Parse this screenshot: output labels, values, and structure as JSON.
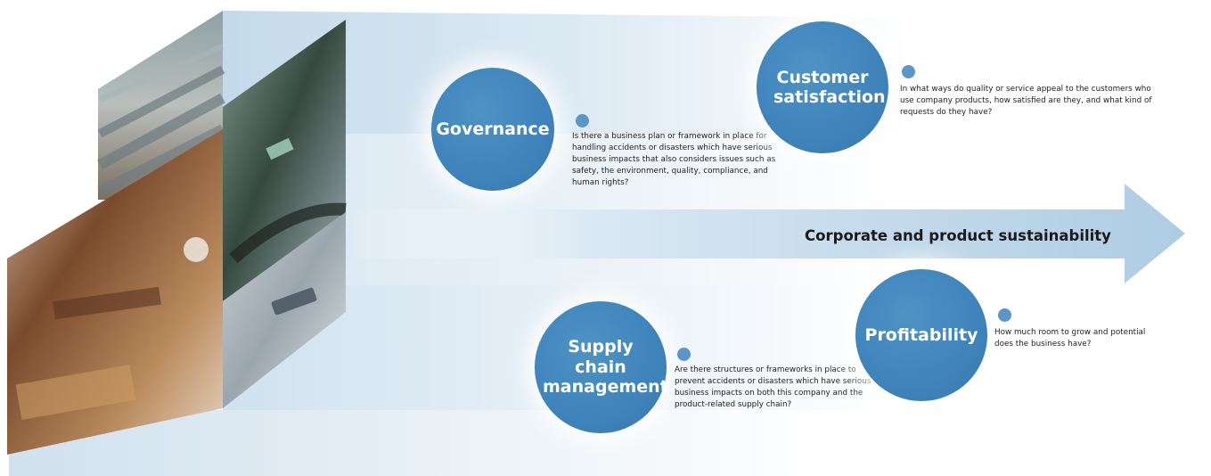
{
  "arrow_label": "Corporate and product sustainability",
  "colors": {
    "circle": "#3f85bc",
    "dot": "#5b96c9",
    "arrow": "#b9d4e7",
    "band": "#cfe1ee"
  },
  "images": {
    "pipes": "pipes-construction-photo",
    "car": "car-dashboard-photo",
    "kitchen": "family-kitchen-photo",
    "hand": "hand-device-photo"
  },
  "nodes": {
    "governance": {
      "title": "Governance",
      "question": "Is there a business plan or framework in place for handling accidents or disasters which have serious business impacts that also considers issues such as safety, the environment, quality, compliance, and human rights?"
    },
    "customer": {
      "title": "Customer satisfaction",
      "question": "In what ways do quality or service appeal to the customers who use company products, how satisfied are they, and what kind of requests do they have?"
    },
    "supply": {
      "title": "Supply chain management",
      "question": "Are there structures or frameworks in place to prevent accidents or disasters which have serious business impacts on both this company and the product-related supply chain?"
    },
    "profit": {
      "title": "Profitability",
      "question": "How much room to grow and potential does the business have?"
    }
  }
}
